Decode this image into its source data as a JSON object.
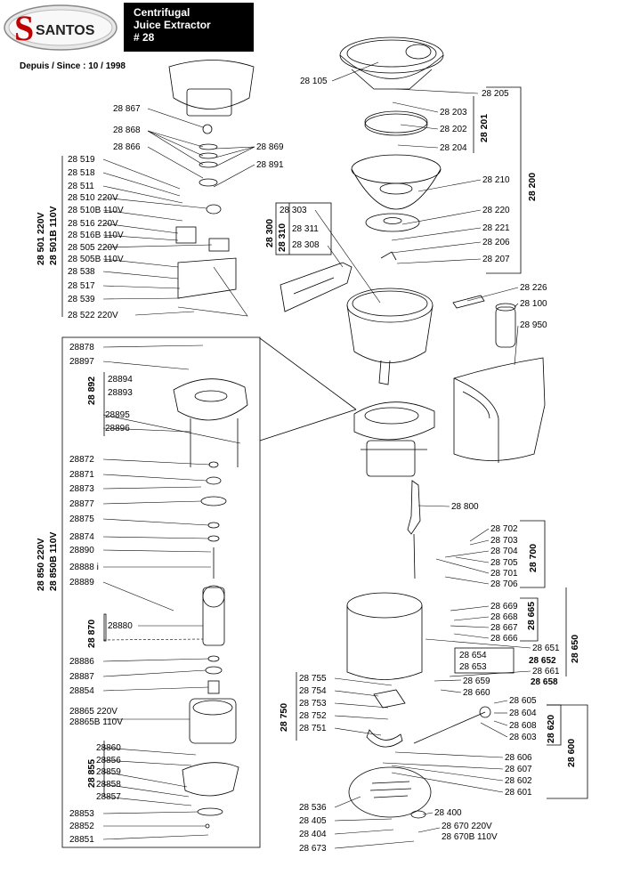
{
  "header": {
    "brand": "SANTOS",
    "title_line1": "Centrifugal",
    "title_line2": "Juice Extractor",
    "title_line3": "# 28",
    "since": "Depuis / Since : 10 / 1998"
  },
  "groups": {
    "g28200": "28 200",
    "g28201": "28 201",
    "g28300": "28 300",
    "g28310": "28 310",
    "g28501": "28 501   220V",
    "g28501b": "28 501B 110V",
    "g28892": "28 892",
    "g28850": "28 850   220V",
    "g28850b": "28 850B 110V",
    "g28870": "28 870",
    "g28855": "28 855",
    "g28700": "28 700",
    "g28665": "28 665",
    "g28650": "28 650",
    "g28750": "28 750",
    "g28620": "28 620",
    "g28600": "28 600"
  },
  "labels": [
    {
      "k": "L28105",
      "t": "28 105"
    },
    {
      "k": "L28205",
      "t": "28 205"
    },
    {
      "k": "L28203",
      "t": "28 203"
    },
    {
      "k": "L28202",
      "t": "28 202"
    },
    {
      "k": "L28204",
      "t": "28 204"
    },
    {
      "k": "L28210",
      "t": "28 210"
    },
    {
      "k": "L28220",
      "t": "28 220"
    },
    {
      "k": "L28221",
      "t": "28 221"
    },
    {
      "k": "L28206",
      "t": "28 206"
    },
    {
      "k": "L28207",
      "t": "28 207"
    },
    {
      "k": "L28303",
      "t": "28 303"
    },
    {
      "k": "L28311",
      "t": "28 311"
    },
    {
      "k": "L28308",
      "t": "28 308"
    },
    {
      "k": "L28226",
      "t": "28 226"
    },
    {
      "k": "L28100",
      "t": "28 100"
    },
    {
      "k": "L28950",
      "t": "28 950"
    },
    {
      "k": "L28867",
      "t": "28 867"
    },
    {
      "k": "L28868",
      "t": "28 868"
    },
    {
      "k": "L28866",
      "t": "28 866"
    },
    {
      "k": "L28869",
      "t": "28 869"
    },
    {
      "k": "L28891",
      "t": "28 891"
    },
    {
      "k": "L28519",
      "t": "28 519"
    },
    {
      "k": "L28518",
      "t": "28 518"
    },
    {
      "k": "L28511",
      "t": "28 511"
    },
    {
      "k": "L28510",
      "t": "28 510   220V"
    },
    {
      "k": "L28510B",
      "t": "28 510B 110V"
    },
    {
      "k": "L28516",
      "t": "28 516   220V"
    },
    {
      "k": "L28516B",
      "t": "28 516B 110V"
    },
    {
      "k": "L28505",
      "t": "28 505   220V"
    },
    {
      "k": "L28505B",
      "t": "28 505B 110V"
    },
    {
      "k": "L28538",
      "t": "28 538"
    },
    {
      "k": "L28517",
      "t": "28 517"
    },
    {
      "k": "L28539",
      "t": "28 539"
    },
    {
      "k": "L28522",
      "t": "28 522  220V"
    },
    {
      "k": "L28878",
      "t": "28878"
    },
    {
      "k": "L28897",
      "t": "28897"
    },
    {
      "k": "L28894",
      "t": "28894"
    },
    {
      "k": "L28893",
      "t": "28893"
    },
    {
      "k": "L28895",
      "t": "28895"
    },
    {
      "k": "L28896",
      "t": "28896"
    },
    {
      "k": "L28872",
      "t": "28872"
    },
    {
      "k": "L28871",
      "t": "28871"
    },
    {
      "k": "L28873",
      "t": "28873"
    },
    {
      "k": "L28877",
      "t": "28877"
    },
    {
      "k": "L28875",
      "t": "28875"
    },
    {
      "k": "L28874",
      "t": "28874"
    },
    {
      "k": "L28890",
      "t": "28890"
    },
    {
      "k": "L28888",
      "t": "28888 i"
    },
    {
      "k": "L28889",
      "t": "28889"
    },
    {
      "k": "L28880",
      "t": "28880"
    },
    {
      "k": "L28886",
      "t": "28886"
    },
    {
      "k": "L28887",
      "t": "28887"
    },
    {
      "k": "L28854",
      "t": "28854"
    },
    {
      "k": "L28865",
      "t": "28865    220V"
    },
    {
      "k": "L28865B",
      "t": "28865B 110V"
    },
    {
      "k": "L28860",
      "t": "28860"
    },
    {
      "k": "L28856",
      "t": "28856"
    },
    {
      "k": "L28859",
      "t": "28859"
    },
    {
      "k": "L28858",
      "t": "28858"
    },
    {
      "k": "L28857",
      "t": "28857"
    },
    {
      "k": "L28853",
      "t": "28853"
    },
    {
      "k": "L28852",
      "t": "28852"
    },
    {
      "k": "L28851",
      "t": "28851"
    },
    {
      "k": "L28800",
      "t": "28 800"
    },
    {
      "k": "L28702",
      "t": "28 702"
    },
    {
      "k": "L28703",
      "t": "28 703"
    },
    {
      "k": "L28704",
      "t": "28 704"
    },
    {
      "k": "L28705",
      "t": "28 705"
    },
    {
      "k": "L28701",
      "t": "28 701"
    },
    {
      "k": "L28706",
      "t": "28 706"
    },
    {
      "k": "L28669",
      "t": "28 669"
    },
    {
      "k": "L28668",
      "t": "28 668"
    },
    {
      "k": "L28667",
      "t": "28 667"
    },
    {
      "k": "L28666",
      "t": "28 666"
    },
    {
      "k": "L28651",
      "t": "28 651"
    },
    {
      "k": "L28654",
      "t": "28 654"
    },
    {
      "k": "L28652",
      "t": "28 652"
    },
    {
      "k": "L28653",
      "t": "28 653"
    },
    {
      "k": "L28661",
      "t": "28 661"
    },
    {
      "k": "L28659",
      "t": "28 659"
    },
    {
      "k": "L28658",
      "t": "28 658"
    },
    {
      "k": "L28660",
      "t": "28 660"
    },
    {
      "k": "L28755",
      "t": "28 755"
    },
    {
      "k": "L28754",
      "t": "28 754"
    },
    {
      "k": "L28753",
      "t": "28 753"
    },
    {
      "k": "L28752",
      "t": "28 752"
    },
    {
      "k": "L28751",
      "t": "28 751"
    },
    {
      "k": "L28605",
      "t": "28 605"
    },
    {
      "k": "L28604",
      "t": "28 604"
    },
    {
      "k": "L28608",
      "t": "28 608"
    },
    {
      "k": "L28603",
      "t": "28 603"
    },
    {
      "k": "L28606",
      "t": "28 606"
    },
    {
      "k": "L28607",
      "t": "28 607"
    },
    {
      "k": "L28602",
      "t": "28 602"
    },
    {
      "k": "L28601",
      "t": "28 601"
    },
    {
      "k": "L28536",
      "t": "28 536"
    },
    {
      "k": "L28405",
      "t": "28 405"
    },
    {
      "k": "L28400",
      "t": "28 400"
    },
    {
      "k": "L28404",
      "t": "28 404"
    },
    {
      "k": "L28670",
      "t": "28 670      220V"
    },
    {
      "k": "L28670B",
      "t": "28 670B  110V"
    },
    {
      "k": "L28673",
      "t": "28 673"
    }
  ]
}
